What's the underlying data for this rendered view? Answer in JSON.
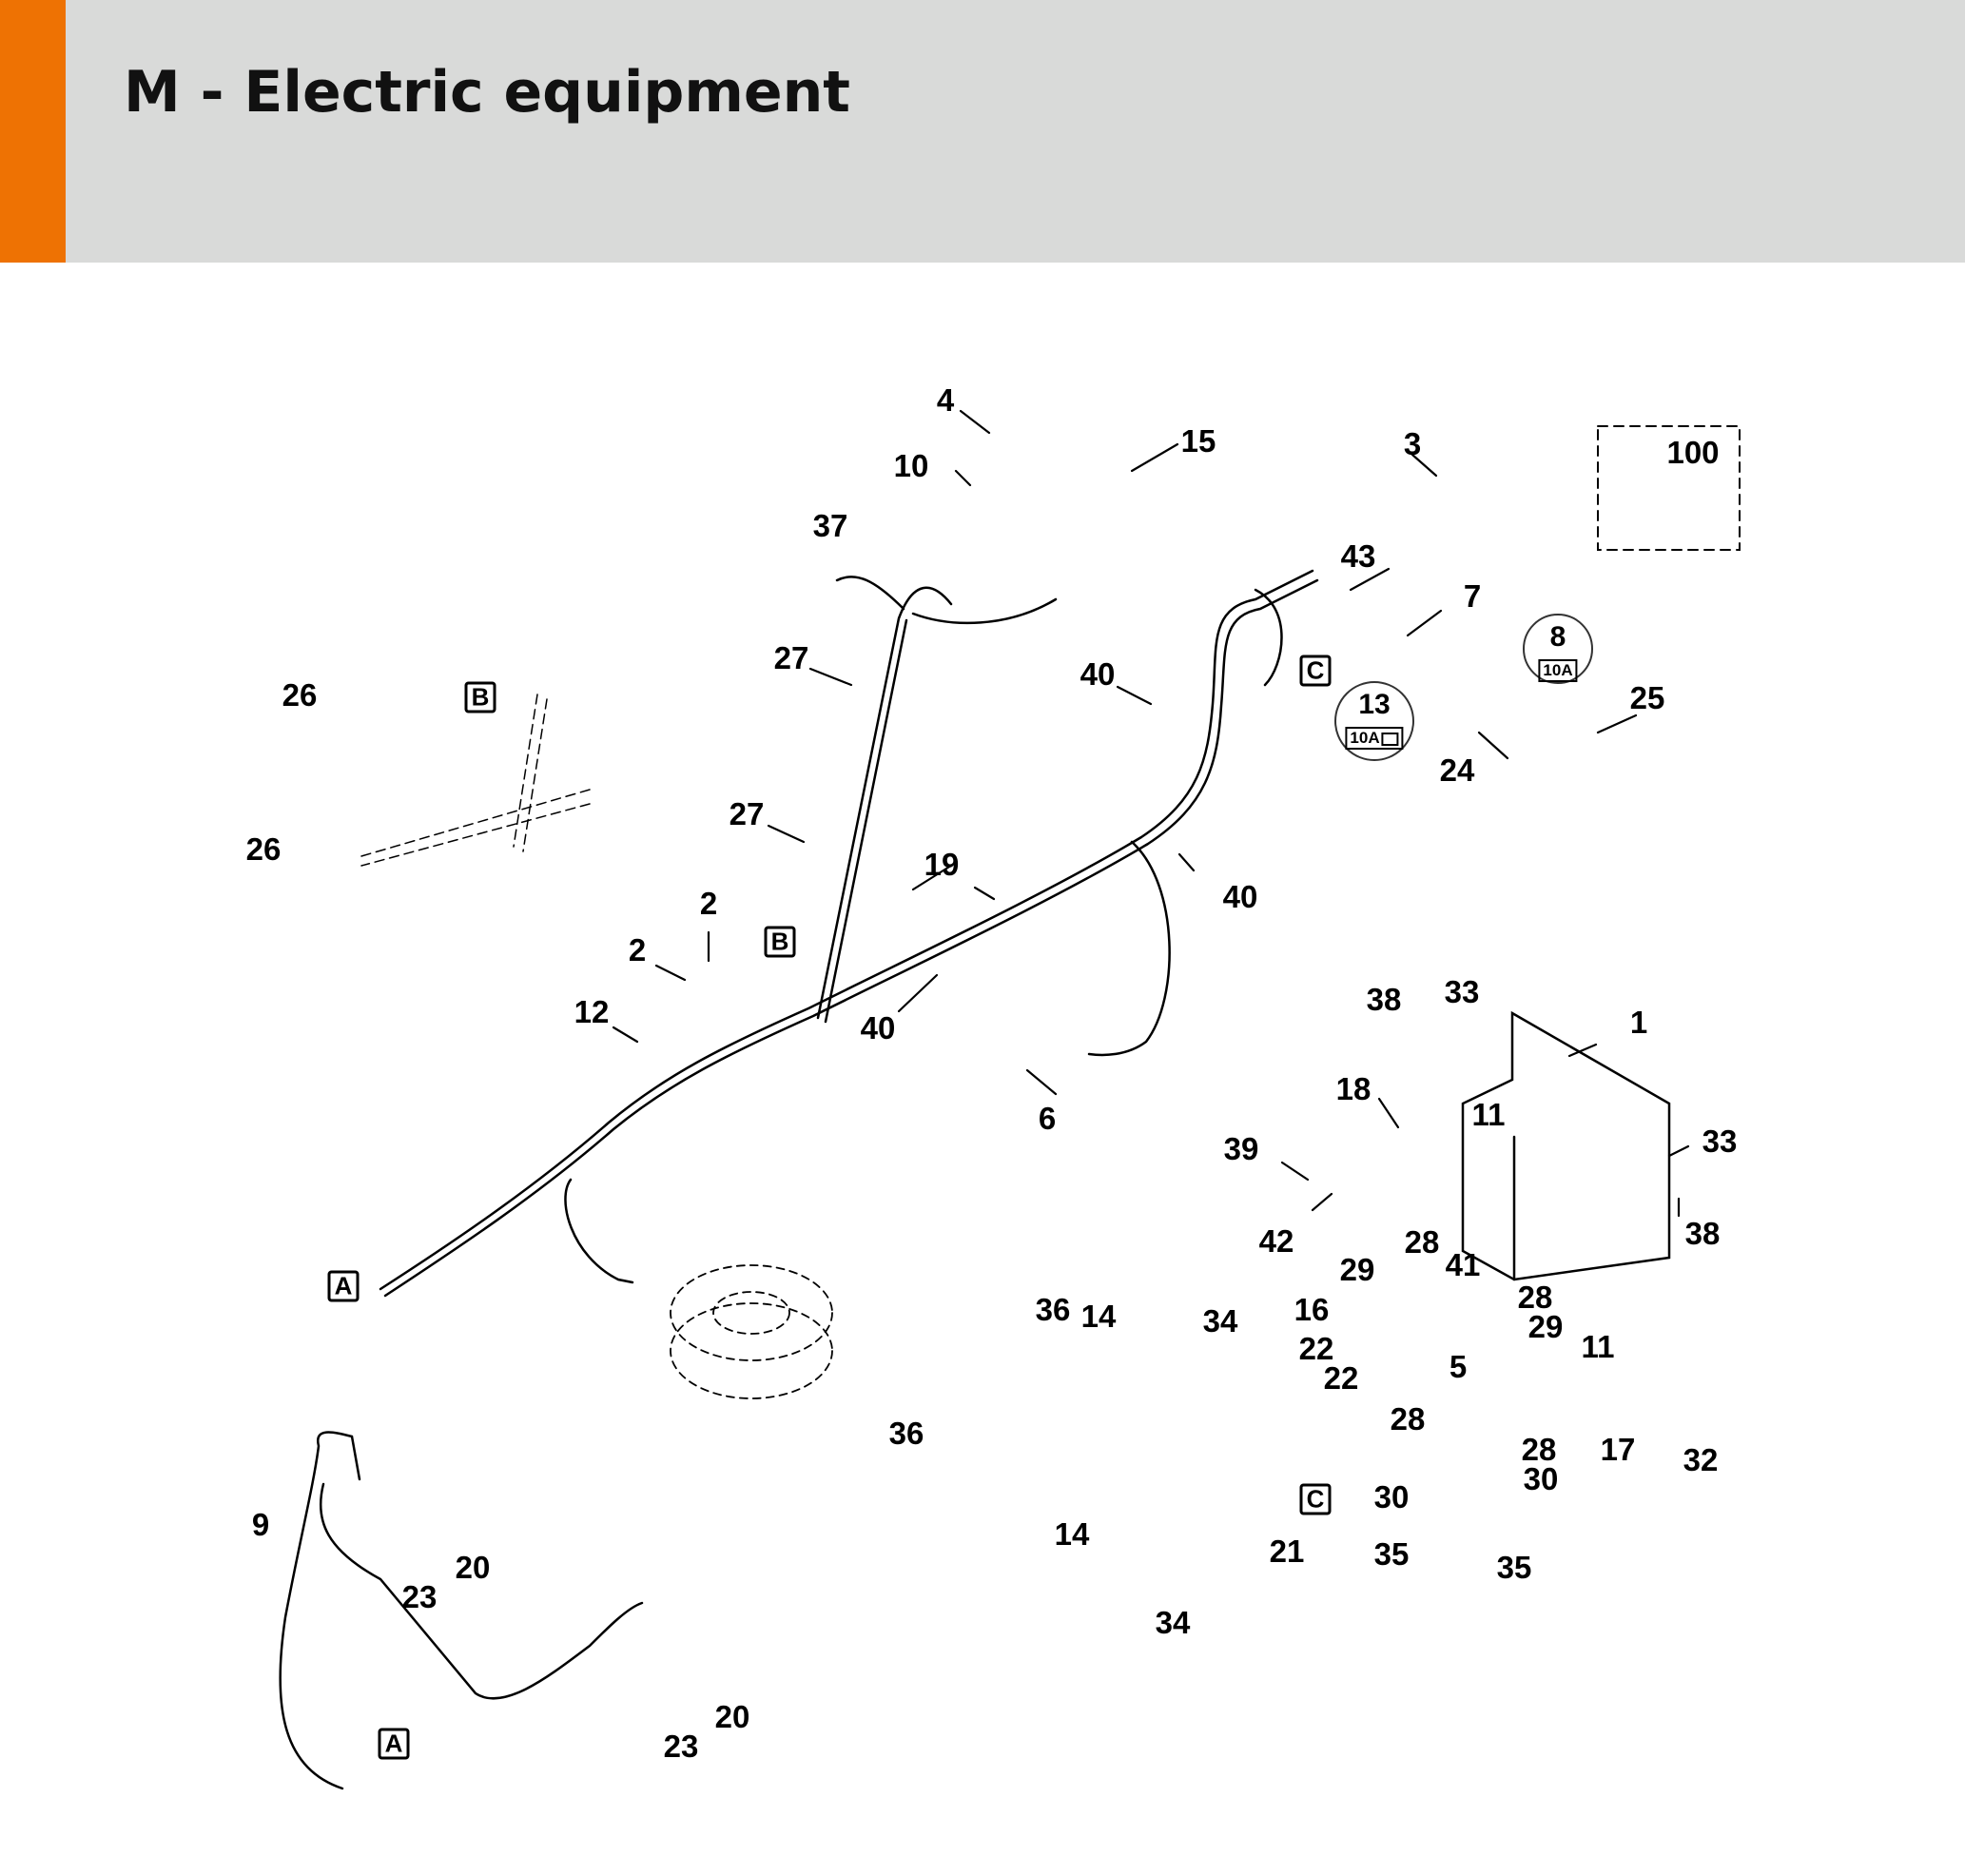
{
  "header": {
    "title": "M - Electric equipment",
    "accent_color": "#ee7203",
    "background_color": "#d9dad9"
  },
  "diagram": {
    "part_labels": [
      {
        "id": "p4",
        "text": "4"
      },
      {
        "id": "p10",
        "text": "10"
      },
      {
        "id": "p15",
        "text": "15"
      },
      {
        "id": "p37",
        "text": "37"
      },
      {
        "id": "p3",
        "text": "3"
      },
      {
        "id": "p100",
        "text": "100"
      },
      {
        "id": "p43",
        "text": "43"
      },
      {
        "id": "p7",
        "text": "7"
      },
      {
        "id": "p25",
        "text": "25"
      },
      {
        "id": "p24",
        "text": "24"
      },
      {
        "id": "p27a",
        "text": "27"
      },
      {
        "id": "p27b",
        "text": "27"
      },
      {
        "id": "p40a",
        "text": "40"
      },
      {
        "id": "p40b",
        "text": "40"
      },
      {
        "id": "p40c",
        "text": "40"
      },
      {
        "id": "p26a",
        "text": "26"
      },
      {
        "id": "p26b",
        "text": "26"
      },
      {
        "id": "p19",
        "text": "19"
      },
      {
        "id": "p2a",
        "text": "2"
      },
      {
        "id": "p2b",
        "text": "2"
      },
      {
        "id": "p12",
        "text": "12"
      },
      {
        "id": "p6",
        "text": "6"
      },
      {
        "id": "p38a",
        "text": "38"
      },
      {
        "id": "p33a",
        "text": "33"
      },
      {
        "id": "p1",
        "text": "1"
      },
      {
        "id": "p18",
        "text": "18"
      },
      {
        "id": "p11a",
        "text": "11"
      },
      {
        "id": "p33b",
        "text": "33"
      },
      {
        "id": "p38b",
        "text": "38"
      },
      {
        "id": "p39",
        "text": "39"
      },
      {
        "id": "p42",
        "text": "42"
      },
      {
        "id": "p28a",
        "text": "28"
      },
      {
        "id": "p29a",
        "text": "29"
      },
      {
        "id": "p41",
        "text": "41"
      },
      {
        "id": "p28b",
        "text": "28"
      },
      {
        "id": "p29b",
        "text": "29"
      },
      {
        "id": "p16",
        "text": "16"
      },
      {
        "id": "p34a",
        "text": "34"
      },
      {
        "id": "p22a",
        "text": "22"
      },
      {
        "id": "p22b",
        "text": "22"
      },
      {
        "id": "p5",
        "text": "5"
      },
      {
        "id": "p11b",
        "text": "11"
      },
      {
        "id": "p36a",
        "text": "36"
      },
      {
        "id": "p14a",
        "text": "14"
      },
      {
        "id": "p36b",
        "text": "36"
      },
      {
        "id": "p28c",
        "text": "28"
      },
      {
        "id": "p28d",
        "text": "28"
      },
      {
        "id": "p17",
        "text": "17"
      },
      {
        "id": "p32",
        "text": "32"
      },
      {
        "id": "p30a",
        "text": "30"
      },
      {
        "id": "p30b",
        "text": "30"
      },
      {
        "id": "p14b",
        "text": "14"
      },
      {
        "id": "p21",
        "text": "21"
      },
      {
        "id": "p35a",
        "text": "35"
      },
      {
        "id": "p35b",
        "text": "35"
      },
      {
        "id": "p34b",
        "text": "34"
      },
      {
        "id": "p9",
        "text": "9"
      },
      {
        "id": "p20a",
        "text": "20"
      },
      {
        "id": "p23a",
        "text": "23"
      },
      {
        "id": "p20b",
        "text": "20"
      },
      {
        "id": "p23b",
        "text": "23"
      }
    ],
    "reference_markers": [
      {
        "id": "mB1",
        "text": "B"
      },
      {
        "id": "mB2",
        "text": "B"
      },
      {
        "id": "mC1",
        "text": "C"
      },
      {
        "id": "mC2",
        "text": "C"
      },
      {
        "id": "mA1",
        "text": "A"
      },
      {
        "id": "mA2",
        "text": "A"
      }
    ],
    "fuse_callouts": [
      {
        "part": "8",
        "rating": "10A"
      },
      {
        "part": "13",
        "rating": "10A",
        "symbol": "battery-icon"
      }
    ]
  }
}
